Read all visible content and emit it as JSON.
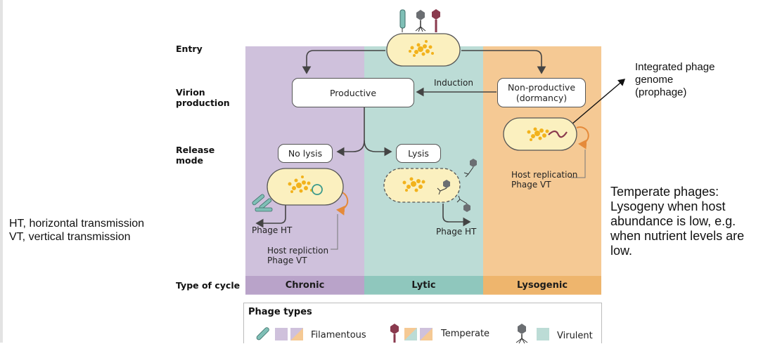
{
  "rows": {
    "entry": "Entry",
    "virion": "Virion production",
    "release": "Release mode",
    "type": "Type of cycle"
  },
  "boxes": {
    "productive": "Productive",
    "nonproductive_line1": "Non-productive",
    "nonproductive_line2": "(dormancy)",
    "nolysis": "No lysis",
    "lysis": "Lysis"
  },
  "labels": {
    "induction": "Induction",
    "phage_ht_chronic": "Phage HT",
    "host_repl_chronic_1": "Host repliction",
    "host_repl_chronic_2": "Phage VT",
    "phage_ht_lytic": "Phage HT",
    "host_repl_lyso_1": "Host replication",
    "host_repl_lyso_2": "Phage VT"
  },
  "cycles": {
    "chronic": "Chronic",
    "lytic": "Lytic",
    "lysogenic": "Lysogenic"
  },
  "legend": {
    "title": "Phage types",
    "filamentous": "Filamentous",
    "temperate": "Temperate",
    "virulent": "Virulent"
  },
  "notes": {
    "ht": "HT, horizontal transmission",
    "vt": "VT, vertical transmission",
    "prophage_1": "Integrated phage",
    "prophage_2": "genome",
    "prophage_3": "(prophage)",
    "temperate_1": "Temperate phages:",
    "temperate_2": "Lysogeny when host",
    "temperate_3": "abundance is low, e.g.",
    "temperate_4": "when nutrient levels are",
    "temperate_5": "low."
  },
  "colors": {
    "chronic": "#cfc1dc",
    "lytic": "#bcdcd6",
    "lysogenic": "#f5c994",
    "cell": "#fbf0bf",
    "dna": "#f2b21c",
    "arrow": "#444444",
    "orange_arrow": "#e58a3a",
    "temperate_phage": "#8a3a4e",
    "virulent_phage": "#6b6e72",
    "filamentous_phage": "#5a9b92"
  },
  "icons": [
    "filamentous-phage-icon",
    "virulent-phage-icon",
    "temperate-phage-icon",
    "bacterium-icon",
    "prophage-icon"
  ]
}
